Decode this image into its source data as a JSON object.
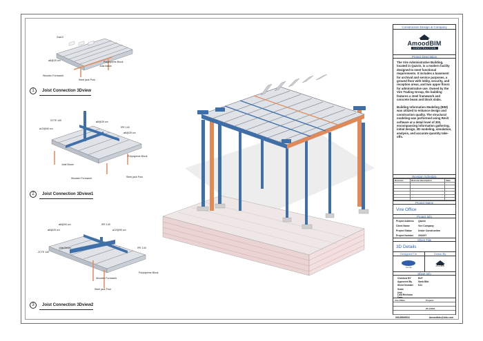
{
  "views": [
    {
      "number": "1",
      "title": "Joist Connection 3Dview",
      "callouts": [
        "2xø12",
        "ø8@25 cm",
        "Polystyrene Block",
        "Joist Beam",
        "Wooden Formwork",
        "Steel jack Post"
      ]
    },
    {
      "number": "2",
      "title": "Joist Connection 3Dview1",
      "callouts": [
        "2CTE 140",
        "ø8@25 cm",
        "ø12@50 cm",
        "IPE 140",
        "ø8@25 cm",
        "Joist Beam",
        "Polystyrene Block",
        "Wooden Formwork",
        "Steel jack Post"
      ]
    },
    {
      "number": "3",
      "title": "Joist Connection 3Dview2",
      "callouts": [
        "ø8@50 cm",
        "ø8@25 cm",
        "IPE 140",
        "ø12@50 cm",
        "Joist Beam",
        "IPE 140",
        "2CTE 140",
        "Polystyrene Block",
        "Wooden Formwork",
        "Steel jack Post"
      ]
    }
  ],
  "title_block": {
    "header": "Construction Design & Company",
    "logo_name": "AmoodBIM",
    "logo_sub": "CONSTRUCTION",
    "project_description_title": "Project Description",
    "project_description": "The Vire Administrative Building, located in Qazvin, is a modern facility designed to meet functional requirements. It includes a basement for archival and service purposes, a ground floor with lobby, security, and reception areas, and two upper floors for administrative use. Owned by the Vire Trading Group, the building features a steel framework and concrete beam and block slabs.\n\nBuilding Information Modeling (BIM) was utilized to enhance design and construction quality. The structural modeling was performed using Revit software at a detail level of 300, encompassing information gathering, initial design, 3D modeling, simulation, analysis, and accurate quantity take-offs.",
    "revision_schedule_title": "Revision Schedule",
    "revision_columns": [
      "Revision",
      "Revision Description",
      "Date"
    ],
    "project_name_title": "Project Name",
    "project_name": "Vire Office",
    "project_info_title": "Project Info",
    "project_info": [
      {
        "k": "Project Address",
        "v": "Qazvin"
      },
      {
        "k": "Client Name",
        "v": "Vire Company"
      },
      {
        "k": "Project Status",
        "v": "Under Construction"
      },
      {
        "k": "Project Number",
        "v": "2024/07"
      }
    ],
    "sheet_title_title": "Sheet Title",
    "sheet_title": "3D Details",
    "designed_for": "Designed For",
    "drawn_by": "Drawn By",
    "designed_for_caption": "vire title",
    "drawn_by_caption": "AmoodBIM",
    "sheet_info_title": "Sheet Info",
    "sheet_info": [
      {
        "k": "Checked BY",
        "v": "EnP"
      },
      {
        "k": "Approved By",
        "v": "Saeb Bibi"
      },
      {
        "k": "Sheet Number",
        "v": "D11"
      },
      {
        "k": "Scale",
        "v": ""
      },
      {
        "k": "Unit",
        "v": ""
      },
      {
        "k": "Last Revision Date",
        "v": ""
      }
    ],
    "bottom_rows": [
      [
        "Vire Office",
        "Projects"
      ],
      [
        "",
        ""
      ],
      [
        "",
        "25.4.2024"
      ],
      [
        "",
        ""
      ]
    ],
    "footer_left": "09145569923",
    "footer_right": "Amoodbim@info.com"
  },
  "colors": {
    "steel_blue": "#3f6fa8",
    "steel_orange": "#e08a5a",
    "block_gray": "#d9dde2",
    "accent_blue": "#2f5fa8"
  }
}
